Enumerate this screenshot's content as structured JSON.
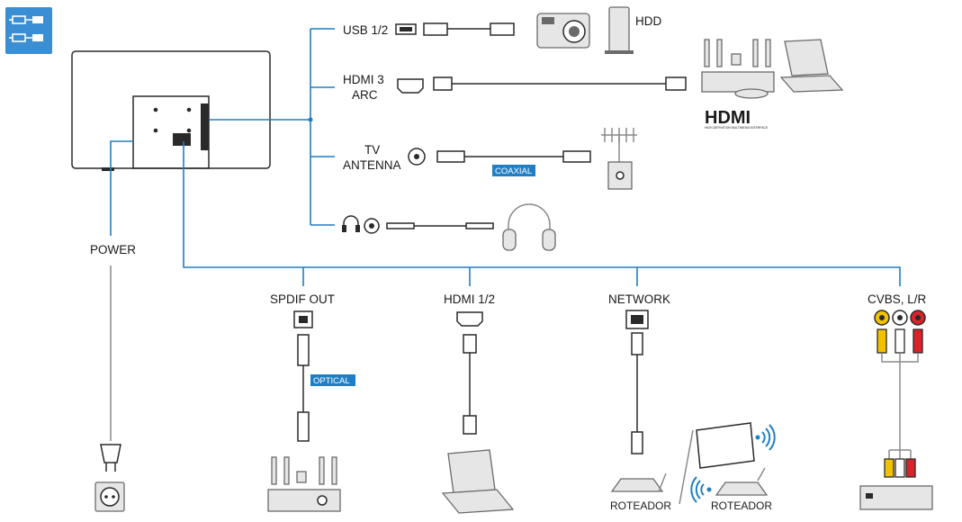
{
  "labels": {
    "usb": "USB 1/2",
    "hdd": "HDD",
    "hdmi3_line1": "HDMI 3",
    "hdmi3_line2": "ARC",
    "tv_line1": "TV",
    "tv_line2": "ANTENNA",
    "coaxial": "COAXIAL",
    "power": "POWER",
    "spdif": "SPDIF OUT",
    "optical": "OPTICAL",
    "hdmi12": "HDMI 1/2",
    "network": "NETWORK",
    "cvbs": "CVBS, L/R",
    "router1": "ROTEADOR",
    "router2": "ROTEADOR",
    "hdmi_logo": "HDMI",
    "hdmi_logo_sub": "HIGH-DEFINITION MULTIMEDIA INTERFACE"
  },
  "colors": {
    "accent": "#1f7fc4",
    "tag_bg": "#1f7fc4",
    "icon_badge": "#3a8fd4",
    "rca_yellow": "#f2c200",
    "rca_white": "#ffffff",
    "rca_red": "#d8232a"
  }
}
